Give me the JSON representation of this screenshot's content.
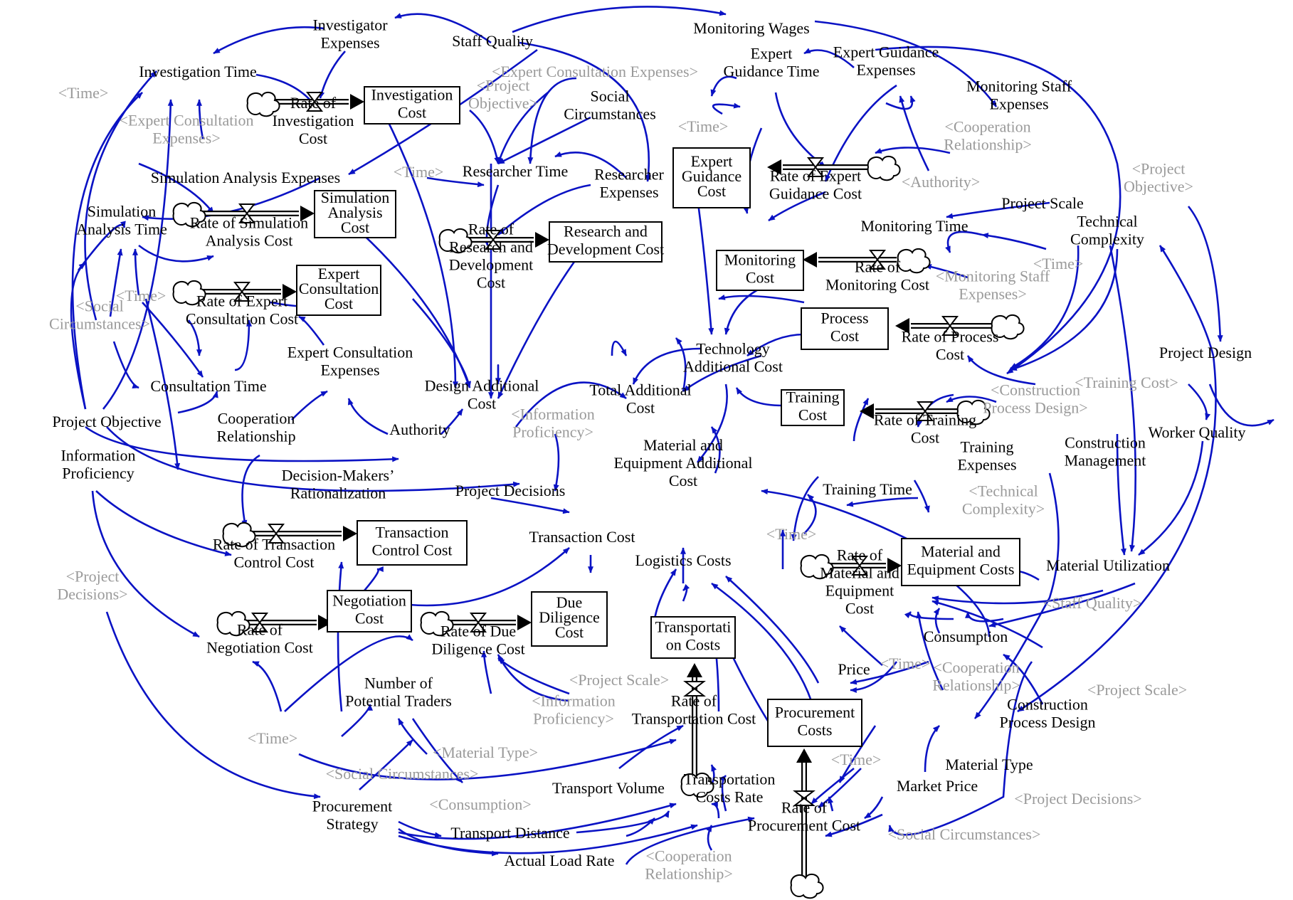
{
  "colors": {
    "link": "#0a12c4",
    "shadow_text": "#9a9a9a",
    "text": "#000000",
    "background": "#ffffff"
  },
  "stocks": {
    "investigation_cost": [
      "Investigation",
      "Cost"
    ],
    "simulation_analysis_cost": [
      "Simulation",
      "Analysis",
      "Cost"
    ],
    "expert_consultation_cost": [
      "Expert",
      "Consultation",
      "Cost"
    ],
    "research_dev_cost": [
      "Research and",
      "Development Cost"
    ],
    "expert_guidance_cost": [
      "Expert",
      "Guidance",
      "Cost"
    ],
    "monitoring_cost": [
      "Monitoring",
      "Cost"
    ],
    "process_cost": [
      "Process",
      "Cost"
    ],
    "training_cost": [
      "Training",
      "Cost"
    ],
    "transaction_control_cost": [
      "Transaction",
      "Control Cost"
    ],
    "negotiation_cost": [
      "Negotiation",
      "Cost"
    ],
    "due_diligence_cost": [
      "Due",
      "Diligence",
      "Cost"
    ],
    "transportation_costs": [
      "Transportati",
      "on Costs"
    ],
    "procurement_costs": [
      "Procurement",
      "Costs"
    ],
    "material_equipment_costs": [
      "Material and",
      "Equipment Costs"
    ]
  },
  "rates": {
    "investigation": [
      "Rate of",
      "Investigation",
      "Cost"
    ],
    "simulation": [
      "Rate of Simulation",
      "Analysis Cost"
    ],
    "expert_consultation": [
      "Rate of Expert",
      "Consultation Cost"
    ],
    "research_dev": [
      "Rate of",
      "Research and",
      "Development",
      "Cost"
    ],
    "expert_guidance": [
      "Rate of Expert",
      "Guidance Cost"
    ],
    "monitoring": [
      "Rate of",
      "Monitoring Cost"
    ],
    "process": [
      "Rate of Process",
      "Cost"
    ],
    "training": [
      "Rate of Training",
      "Cost"
    ],
    "transaction_control": [
      "Rate of Transaction",
      "Control Cost"
    ],
    "negotiation": [
      "Rate of",
      "Negotiation Cost"
    ],
    "due_diligence": [
      "Rate of Due",
      "Diligence Cost"
    ],
    "transportation": [
      "Rate of",
      "Transportation Cost"
    ],
    "procurement": [
      "Rate of",
      "Procurement Cost"
    ],
    "material_equipment": [
      "Rate of",
      "Material and",
      "Equipment",
      "Cost"
    ]
  },
  "variables": {
    "investigator_expenses": [
      "Investigator",
      "Expenses"
    ],
    "staff_quality": [
      "Staff Quality"
    ],
    "monitoring_wages": [
      "Monitoring Wages"
    ],
    "investigation_time": [
      "Investigation Time"
    ],
    "expert_guidance_time": [
      "Expert",
      "Guidance Time"
    ],
    "expert_guidance_expenses": [
      "Expert Guidance",
      "Expenses"
    ],
    "monitoring_staff_expenses": [
      "Monitoring Staff",
      "Expenses"
    ],
    "social_circumstances": [
      "Social",
      "Circumstances"
    ],
    "researcher_time": [
      "Researcher Time"
    ],
    "researcher_expenses": [
      "Researcher",
      "Expenses"
    ],
    "simulation_analysis_expenses": [
      "Simulation Analysis Expenses"
    ],
    "simulation_analysis_time": [
      "Simulation",
      "Analysis Time"
    ],
    "project_scale": [
      "Project Scale"
    ],
    "monitoring_time": [
      "Monitoring Time"
    ],
    "technical_complexity": [
      "Technical",
      "Complexity"
    ],
    "expert_consultation_expenses": [
      "Expert Consultation",
      "Expenses"
    ],
    "consultation_time": [
      "Consultation Time"
    ],
    "technology_additional_cost": [
      "Technology",
      "Additional Cost"
    ],
    "design_additional_cost": [
      "Design Additional",
      "Cost"
    ],
    "total_additional_cost": [
      "Total Additional",
      "Cost"
    ],
    "project_design": [
      "Project Design"
    ],
    "project_objective": [
      "Project Objective"
    ],
    "cooperation_relationship": [
      "Cooperation",
      "Relationship"
    ],
    "authority": [
      "Authority"
    ],
    "worker_quality": [
      "Worker Quality"
    ],
    "information_proficiency": [
      "Information",
      "Proficiency"
    ],
    "construction_management": [
      "Construction",
      "Management"
    ],
    "training_expenses": [
      "Training",
      "Expenses"
    ],
    "material_equipment_additional_cost": [
      "Material and",
      "Equipment Additional",
      "Cost"
    ],
    "decision_makers_rationalization": [
      "Decision-Makers’",
      "Rationalization"
    ],
    "project_decisions": [
      "Project Decisions"
    ],
    "training_time": [
      "Training Time"
    ],
    "transaction_cost": [
      "Transaction Cost"
    ],
    "logistics_costs": [
      "Logistics Costs"
    ],
    "material_utilization": [
      "Material Utilization"
    ],
    "consumption": [
      "Consumption"
    ],
    "number_potential_traders": [
      "Number of",
      "Potential Traders"
    ],
    "price": [
      "Price"
    ],
    "construction_process_design": [
      "Construction",
      "Process Design"
    ],
    "material_type": [
      "Material Type"
    ],
    "market_price": [
      "Market Price"
    ],
    "transport_volume": [
      "Transport Volume"
    ],
    "transportation_costs_rate": [
      "Transportation",
      "Costs Rate"
    ],
    "procurement_strategy": [
      "Procurement",
      "Strategy"
    ],
    "transport_distance": [
      "Transport Distance"
    ],
    "actual_load_rate": [
      "Actual Load Rate"
    ]
  },
  "shadows": {
    "time_1": [
      "<Time>"
    ],
    "expert_consultation_expenses_1": [
      "<Expert Consultation Expenses>"
    ],
    "project_objective_1": [
      "<Project",
      "Objective>"
    ],
    "expert_consultation_expenses_2": [
      "<Expert Consultation",
      "Expenses>"
    ],
    "time_2": [
      "<Time>"
    ],
    "time_3": [
      "<Time>"
    ],
    "cooperation_relationship_1": [
      "<Cooperation",
      "Relationship>"
    ],
    "authority_1": [
      "<Authority>"
    ],
    "project_objective_2": [
      "<Project",
      "Objective>"
    ],
    "time_4": [
      "<Time>"
    ],
    "time_5": [
      "<Time>"
    ],
    "monitoring_staff_expenses_1": [
      "<Monitoring Staff",
      "Expenses>"
    ],
    "social_circumstances_1": [
      "<Social",
      "Circumstances>"
    ],
    "training_cost_1": [
      "<Training Cost>"
    ],
    "construction_process_design_1": [
      "<Construction",
      "Process Design>"
    ],
    "information_proficiency_1": [
      "<Information",
      "Proficiency>"
    ],
    "technical_complexity_1": [
      "<Technical",
      "Complexity>"
    ],
    "time_6": [
      "<Time>"
    ],
    "project_decisions_1": [
      "<Project",
      "Decisions>"
    ],
    "staff_quality_1": [
      "<Staff Quality>"
    ],
    "time_7": [
      "<Time>"
    ],
    "cooperation_relationship_2": [
      "<Cooperation",
      "Relationship>"
    ],
    "project_scale_1": [
      "<Project Scale>"
    ],
    "project_scale_2": [
      "<Project Scale>"
    ],
    "information_proficiency_2": [
      "<Information",
      "Proficiency>"
    ],
    "time_8": [
      "<Time>"
    ],
    "material_type_1": [
      "<Material Type>"
    ],
    "social_circumstances_2": [
      "<Social Circumstances>"
    ],
    "time_9": [
      "<Time>"
    ],
    "consumption_1": [
      "<Consumption>"
    ],
    "project_decisions_2": [
      "<Project Decisions>"
    ],
    "social_circumstances_3": [
      "<Social Circumstances>"
    ],
    "cooperation_relationship_3": [
      "<Cooperation",
      "Relationship>"
    ]
  }
}
